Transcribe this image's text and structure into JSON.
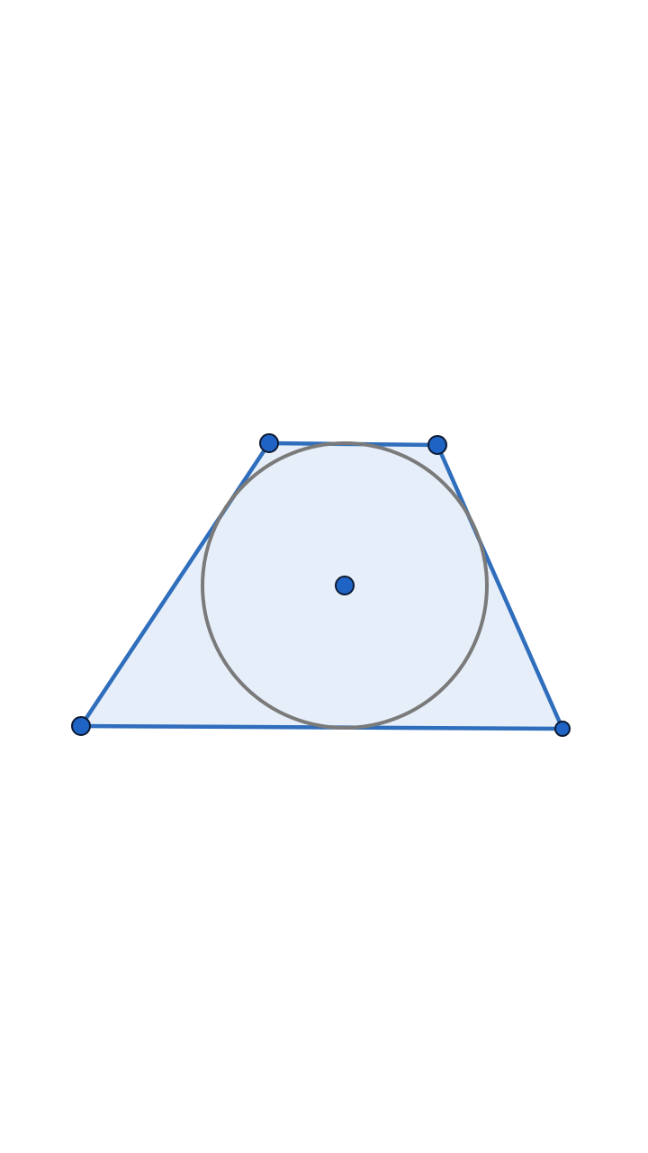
{
  "diagram": {
    "shape": "trapezoid with inscribed circle",
    "colors": {
      "background": "#ffffff",
      "polygon_fill": "#e6eff9",
      "polygon_edge": "#2466b8",
      "circle_stroke": "#7a7a7a",
      "point_fill": "#1f63c4",
      "point_stroke": "#0d1a33"
    },
    "points": [
      {
        "id": "top-left-vertex"
      },
      {
        "id": "top-right-vertex"
      },
      {
        "id": "bottom-right-vertex"
      },
      {
        "id": "bottom-left-vertex"
      },
      {
        "id": "circle-center"
      }
    ]
  }
}
